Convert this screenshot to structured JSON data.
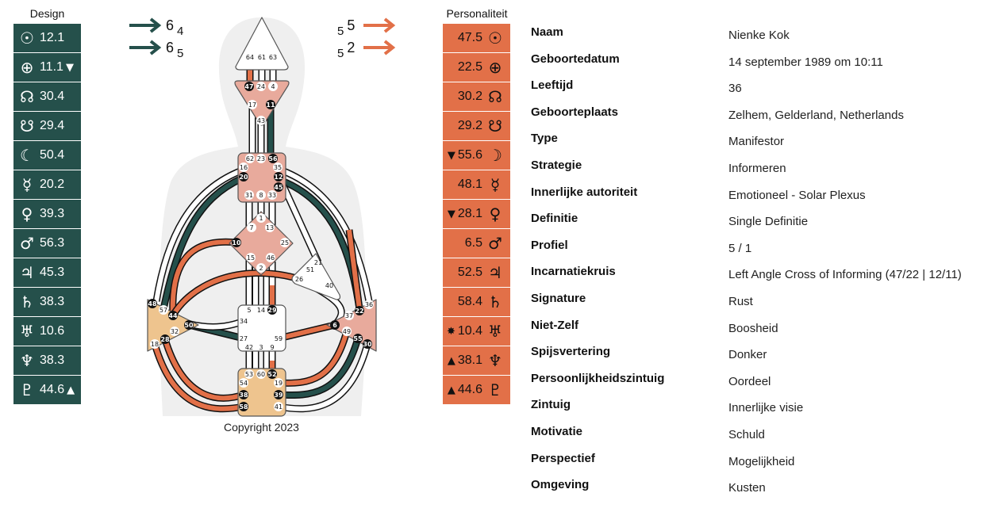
{
  "design": {
    "title": "Design",
    "color": "#25504b",
    "rows": [
      {
        "icon": "sun",
        "glyph": "☉",
        "value": "12.1",
        "mark": ""
      },
      {
        "icon": "earth",
        "glyph": "⊕",
        "value": "11.1",
        "mark": "▼"
      },
      {
        "icon": "north-node",
        "glyph": "☊",
        "value": "30.4",
        "mark": ""
      },
      {
        "icon": "south-node",
        "glyph": "☋",
        "value": "29.4",
        "mark": ""
      },
      {
        "icon": "moon",
        "glyph": "☾",
        "value": "50.4",
        "mark": ""
      },
      {
        "icon": "mercury",
        "glyph": "☿",
        "value": "20.2",
        "mark": ""
      },
      {
        "icon": "venus",
        "glyph": "♀",
        "value": "39.3",
        "mark": ""
      },
      {
        "icon": "mars",
        "glyph": "♂",
        "value": "56.3",
        "mark": ""
      },
      {
        "icon": "jupiter",
        "glyph": "♃",
        "value": "45.3",
        "mark": ""
      },
      {
        "icon": "saturn",
        "glyph": "♄",
        "value": "38.3",
        "mark": ""
      },
      {
        "icon": "uranus",
        "glyph": "♅",
        "value": "10.6",
        "mark": ""
      },
      {
        "icon": "neptune",
        "glyph": "♆",
        "value": "38.3",
        "mark": ""
      },
      {
        "icon": "pluto",
        "glyph": "♇",
        "value": "44.6",
        "mark": "▲"
      }
    ]
  },
  "personality": {
    "title": "Personaliteit",
    "color": "#e27048",
    "rows": [
      {
        "icon": "sun",
        "glyph": "☉",
        "value": "47.5",
        "mark": ""
      },
      {
        "icon": "earth",
        "glyph": "⊕",
        "value": "22.5",
        "mark": ""
      },
      {
        "icon": "north-node",
        "glyph": "☊",
        "value": "30.2",
        "mark": ""
      },
      {
        "icon": "south-node",
        "glyph": "☋",
        "value": "29.2",
        "mark": ""
      },
      {
        "icon": "moon",
        "glyph": "☽",
        "value": "55.6",
        "mark": "▼"
      },
      {
        "icon": "mercury",
        "glyph": "☿",
        "value": "48.1",
        "mark": ""
      },
      {
        "icon": "venus",
        "glyph": "♀",
        "value": "28.1",
        "mark": "▼"
      },
      {
        "icon": "mars",
        "glyph": "♂",
        "value": "6.5",
        "mark": ""
      },
      {
        "icon": "jupiter",
        "glyph": "♃",
        "value": "52.5",
        "mark": ""
      },
      {
        "icon": "saturn",
        "glyph": "♄",
        "value": "58.4",
        "mark": ""
      },
      {
        "icon": "uranus",
        "glyph": "♅",
        "value": "10.4",
        "mark": "✸"
      },
      {
        "icon": "neptune",
        "glyph": "♆",
        "value": "38.1",
        "mark": "▲"
      },
      {
        "icon": "pluto",
        "glyph": "♇",
        "value": "44.6",
        "mark": "▲"
      }
    ]
  },
  "arrows": {
    "design": [
      {
        "main": "6",
        "sub": "4"
      },
      {
        "main": "6",
        "sub": "5"
      }
    ],
    "personality": [
      {
        "pre": "5",
        "main": "5"
      },
      {
        "pre": "5",
        "main": "2"
      }
    ]
  },
  "centers": {
    "head": [
      {
        "g": "64",
        "d": false
      },
      {
        "g": "61",
        "d": false
      },
      {
        "g": "63",
        "d": false
      }
    ],
    "ajna": [
      {
        "g": "47",
        "d": true
      },
      {
        "g": "24",
        "d": false
      },
      {
        "g": "4",
        "d": false
      },
      {
        "g": "17",
        "d": false
      },
      {
        "g": "11",
        "d": true
      },
      {
        "g": "43",
        "d": false
      }
    ],
    "throat": [
      {
        "g": "62",
        "d": false
      },
      {
        "g": "23",
        "d": false
      },
      {
        "g": "56",
        "d": true
      },
      {
        "g": "16",
        "d": false
      },
      {
        "g": "35",
        "d": false
      },
      {
        "g": "20",
        "d": true
      },
      {
        "g": "12",
        "d": true
      },
      {
        "g": "45",
        "d": true
      },
      {
        "g": "31",
        "d": false
      },
      {
        "g": "8",
        "d": false
      },
      {
        "g": "33",
        "d": false
      }
    ],
    "g": [
      {
        "g": "1",
        "d": false
      },
      {
        "g": "7",
        "d": false
      },
      {
        "g": "13",
        "d": false
      },
      {
        "g": "10",
        "d": true
      },
      {
        "g": "25",
        "d": false
      },
      {
        "g": "15",
        "d": false
      },
      {
        "g": "46",
        "d": false
      },
      {
        "g": "2",
        "d": false
      }
    ],
    "heart": [
      {
        "g": "21",
        "d": false
      },
      {
        "g": "51",
        "d": false
      },
      {
        "g": "26",
        "d": false
      },
      {
        "g": "40",
        "d": false
      }
    ],
    "sacral": [
      {
        "g": "5",
        "d": false
      },
      {
        "g": "14",
        "d": false
      },
      {
        "g": "29",
        "d": true
      },
      {
        "g": "34",
        "d": false
      },
      {
        "g": "27",
        "d": false
      },
      {
        "g": "59",
        "d": false
      },
      {
        "g": "42",
        "d": false
      },
      {
        "g": "3",
        "d": false
      },
      {
        "g": "9",
        "d": false
      }
    ],
    "root": [
      {
        "g": "53",
        "d": false
      },
      {
        "g": "60",
        "d": false
      },
      {
        "g": "52",
        "d": true
      },
      {
        "g": "54",
        "d": false
      },
      {
        "g": "19",
        "d": false
      },
      {
        "g": "38",
        "d": true
      },
      {
        "g": "39",
        "d": true
      },
      {
        "g": "58",
        "d": true
      },
      {
        "g": "41",
        "d": false
      }
    ],
    "spleen": [
      {
        "g": "48",
        "d": true
      },
      {
        "g": "57",
        "d": false
      },
      {
        "g": "44",
        "d": true
      },
      {
        "g": "50",
        "d": true
      },
      {
        "g": "32",
        "d": false
      },
      {
        "g": "28",
        "d": true
      },
      {
        "g": "18",
        "d": false
      }
    ],
    "solar": [
      {
        "g": "36",
        "d": false
      },
      {
        "g": "22",
        "d": true
      },
      {
        "g": "37",
        "d": false
      },
      {
        "g": "6",
        "d": true
      },
      {
        "g": "49",
        "d": false
      },
      {
        "g": "55",
        "d": true
      },
      {
        "g": "30",
        "d": true
      }
    ]
  },
  "colors": {
    "defined_pink": "#e8aa9c",
    "defined_tan": "#eec48e",
    "design": "#25504b",
    "personality": "#e27048"
  },
  "copyright": "Copyright 2023",
  "info": [
    {
      "label": "Naam",
      "value": "Nienke Kok"
    },
    {
      "label": "Geboortedatum",
      "value": "14 september 1989 om 10:11"
    },
    {
      "label": "Leeftijd",
      "value": "36"
    },
    {
      "label": "Geboorteplaats",
      "value": "Zelhem, Gelderland, Netherlands"
    },
    {
      "label": "Type",
      "value": "Manifestor"
    },
    {
      "label": "Strategie",
      "value": "Informeren"
    },
    {
      "label": "Innerlijke autoriteit",
      "value": "Emotioneel - Solar Plexus"
    },
    {
      "label": "Definitie",
      "value": "Single Definitie"
    },
    {
      "label": "Profiel",
      "value": "5 / 1"
    },
    {
      "label": "Incarnatiekruis",
      "value": "Left Angle Cross of Informing (47/22 | 12/11)"
    },
    {
      "label": "Signature",
      "value": "Rust"
    },
    {
      "label": "Niet-Zelf",
      "value": "Boosheid"
    },
    {
      "label": "Spijsvertering",
      "value": "Donker"
    },
    {
      "label": "Persoonlijkheidszintuig",
      "value": "Oordeel"
    },
    {
      "label": "Zintuig",
      "value": "Innerlijke visie"
    },
    {
      "label": "Motivatie",
      "value": "Schuld"
    },
    {
      "label": "Perspectief",
      "value": "Mogelijkheid"
    },
    {
      "label": "Omgeving",
      "value": "Kusten"
    }
  ]
}
